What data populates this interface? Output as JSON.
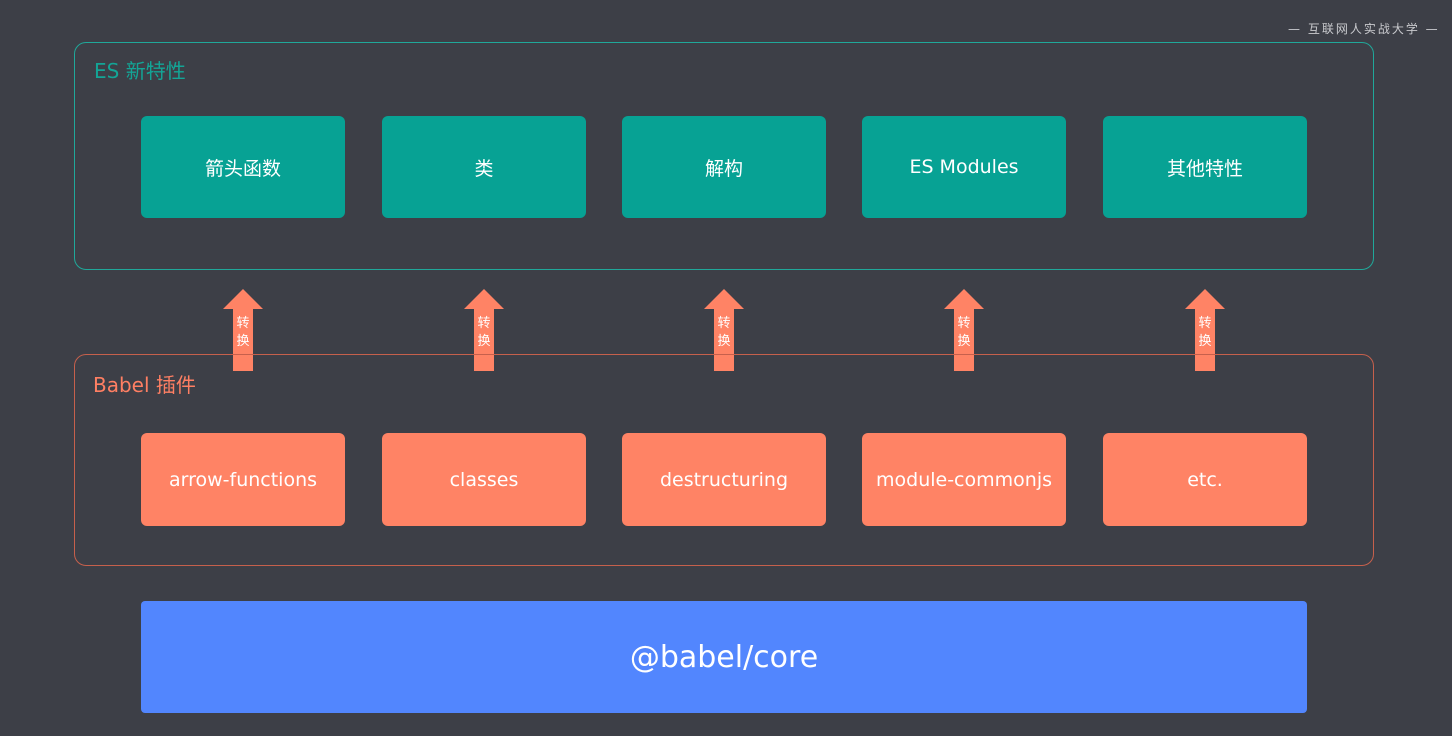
{
  "watermark": {
    "subtitle": "— 互联网人实战大学 —"
  },
  "es_group": {
    "title": "ES 新特性",
    "features": [
      "箭头函数",
      "类",
      "解构",
      "ES Modules",
      "其他特性"
    ]
  },
  "transform_arrows": {
    "label_line1": "转",
    "label_line2": "换"
  },
  "babel_group": {
    "title": "Babel 插件",
    "plugins": [
      "arrow-functions",
      "classes",
      "destructuring",
      "module-commonjs",
      "etc."
    ]
  },
  "core": {
    "label": "@babel/core"
  },
  "colors": {
    "background": "#3d3f47",
    "es_accent": "#07a294",
    "babel_accent": "#ff8365",
    "core_accent": "#5286fe"
  }
}
